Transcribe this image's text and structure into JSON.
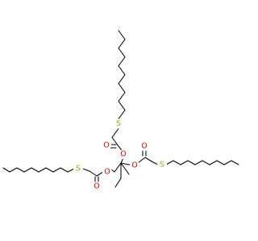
{
  "atom_labels": {
    "S1": "S",
    "S2": "S",
    "S3": "S",
    "O1": "O",
    "O2": "O",
    "O3": "O",
    "O4": "O",
    "O5": "O",
    "O6": "O"
  },
  "colors": {
    "bond": "#000000",
    "sulfur": "#b5a000",
    "oxygen": "#e00000",
    "background": "#ffffff"
  }
}
